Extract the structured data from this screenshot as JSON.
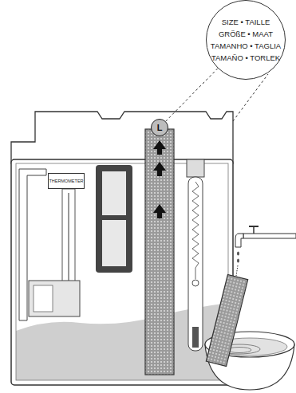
{
  "diagram": {
    "nodes": [
      {
        "text": [
          "SIZE • TAILLE GRÖßE • MAAT TAMANHO • TAGLIA TAMAÑO • TORLEK"
        ]
      },
      {
        "text": [
          "L"
        ]
      },
      {
        "text": [
          "THERMOMETER"
        ]
      }
    ],
    "edges": [
      {
        "from": 1,
        "to": 0,
        "arrow": "none"
      }
    ]
  }
}
